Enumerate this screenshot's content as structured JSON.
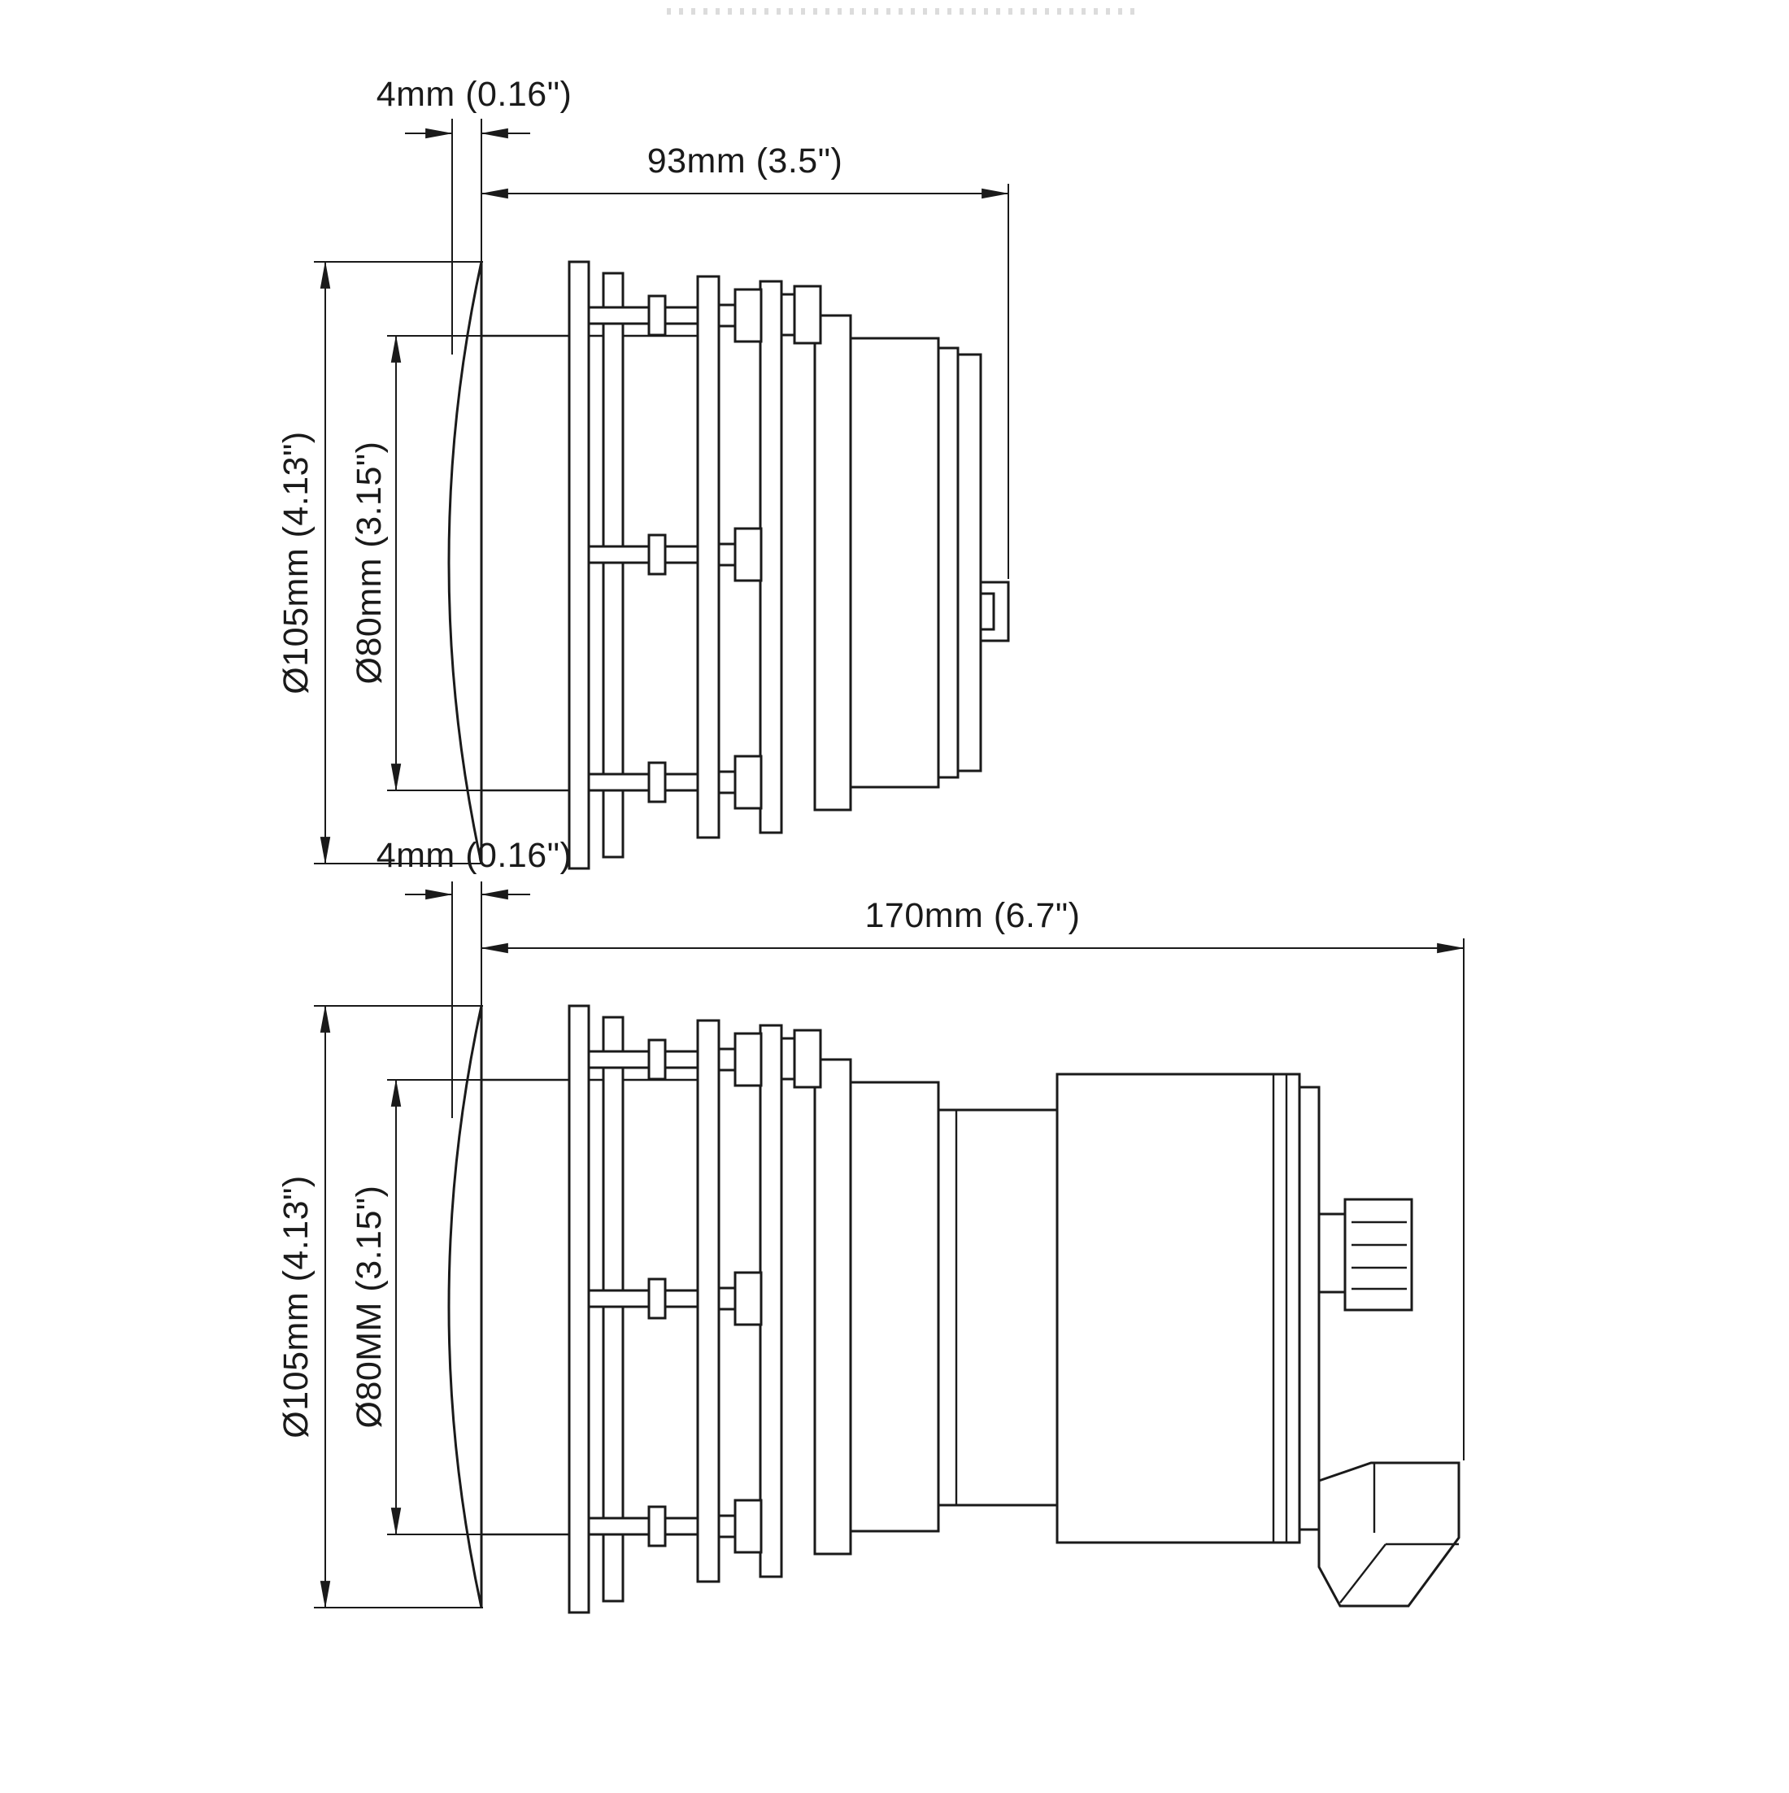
{
  "drawing": {
    "background": "#ffffff",
    "line_color": "#1a1a1a",
    "views": [
      {
        "id": "short-variant",
        "dims": {
          "flange_thickness": "4mm (0.16\")",
          "depth": "93mm (3.5\")",
          "flange_diameter": "Ø105mm (4.13\")",
          "body_diameter": "Ø80mm (3.15\")"
        }
      },
      {
        "id": "long-variant",
        "dims": {
          "flange_thickness": "4mm (0.16\")",
          "depth": "170mm (6.7\")",
          "flange_diameter": "Ø105mm (4.13\")",
          "body_diameter": "Ø80MM (3.15\")"
        }
      }
    ]
  }
}
